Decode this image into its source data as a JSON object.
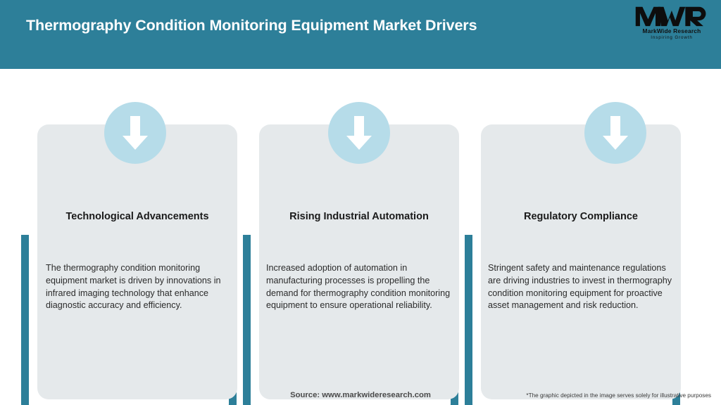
{
  "header": {
    "title": "Thermography Condition Monitoring Equipment Market Drivers",
    "bg_color": "#2d7f99",
    "title_color": "#ffffff"
  },
  "logo": {
    "mark": "MWR",
    "name": "MarkWide Research",
    "tagline": "Inspiring Growth"
  },
  "theme": {
    "teal": "#2d7f99",
    "light_blue": "#b6dce9",
    "card_bg": "#e5e9eb",
    "page_bg": "#ffffff"
  },
  "cards": [
    {
      "icon": "arrow-down-icon",
      "title": "Technological Advancements",
      "body": "The thermography condition monitoring equipment market is driven by innovations in infrared imaging technology that enhance diagnostic accuracy and efficiency."
    },
    {
      "icon": "arrow-down-icon",
      "title": "Rising Industrial Automation",
      "body": "Increased adoption of automation in manufacturing processes is propelling the demand for thermography condition monitoring equipment to ensure operational reliability."
    },
    {
      "icon": "arrow-down-icon",
      "title": "Regulatory Compliance",
      "body": "Stringent safety and maintenance regulations are driving industries to invest in thermography condition monitoring equipment for proactive asset management and risk reduction."
    }
  ],
  "footer": {
    "source": "Source: www.markwideresearch.com",
    "disclaimer": "*The graphic depicted in the image serves solely for illustrative purposes"
  }
}
